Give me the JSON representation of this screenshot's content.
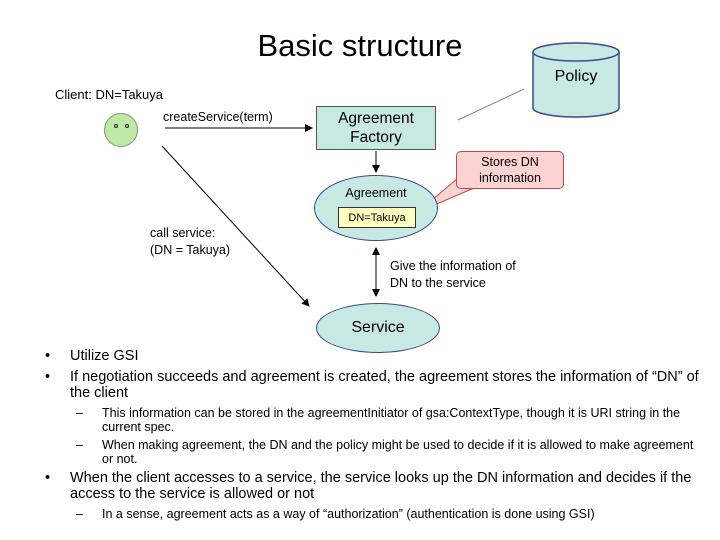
{
  "title": "Basic structure",
  "diagram": {
    "client_label": "Client: DN=Takuya",
    "create_service_label": "createService(term)",
    "factory_line1": "Agreement",
    "factory_line2": "Factory",
    "policy_label": "Policy",
    "stores_line1": "Stores DN",
    "stores_line2": "information",
    "agreement_label": "Agreement",
    "dn_label": "DN=Takuya",
    "call_line1": "call service:",
    "call_line2": "(DN = Takuya)",
    "give_line1": "Give the information of",
    "give_line2": "DN to the service",
    "service_label": "Service",
    "colors": {
      "node_fill": "#c8e8e4",
      "note_fill": "#fbd3d3",
      "note_border": "#c04848",
      "dn_fill": "#ffffc0",
      "face_fill": "#c0e8a8"
    }
  },
  "bullets": [
    {
      "text": "Utilize GSI",
      "sub": []
    },
    {
      "text": "If negotiation succeeds and agreement is created, the agreement stores the information of “DN” of the client",
      "sub": [
        "This information can be stored in the agreementInitiator of gsa:ContextType, though it is URI string in the current spec.",
        "When making agreement, the DN and the policy might be used to decide if it is allowed to make agreement or not."
      ]
    },
    {
      "text": "When the client accesses to a service, the service looks up the DN information and decides if the access to the service is allowed or not",
      "sub": [
        "In a sense, agreement acts as a way of “authorization” (authentication is done using GSI)"
      ]
    }
  ]
}
